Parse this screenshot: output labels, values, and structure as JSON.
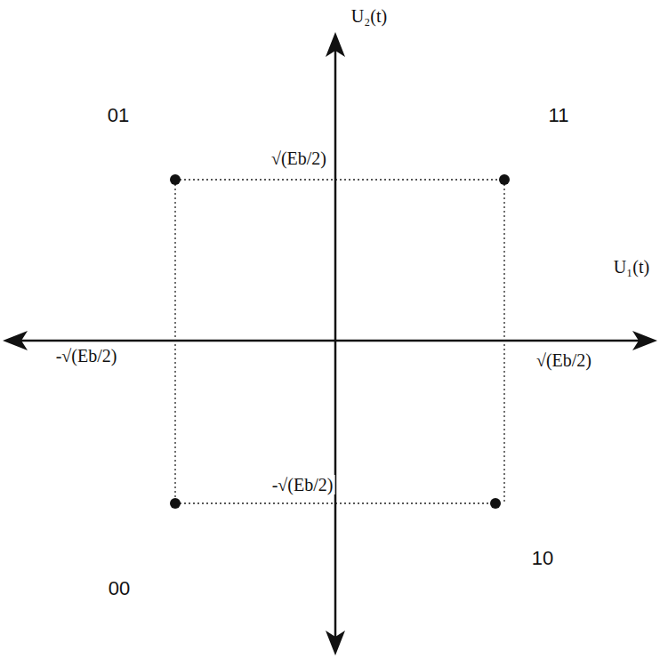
{
  "diagram": {
    "labels": [
      "U₂(t)",
      "01",
      "11",
      "√(Eb/2)",
      "U₁(t)",
      "-√(Eb/2)",
      "√(Eb/2)",
      "-√(Eb/2)",
      "00",
      "10"
    ]
  }
}
